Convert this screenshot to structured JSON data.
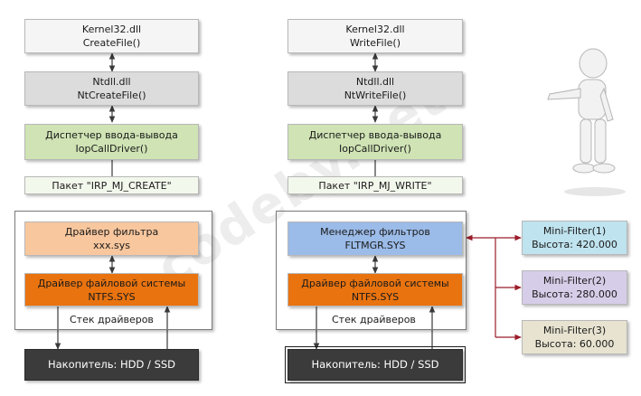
{
  "watermark": "codeby.net",
  "left": {
    "kernel": [
      "Kernel32.dll",
      "CreateFile()"
    ],
    "ntdll": [
      "Ntdll.dll",
      "NtCreateFile()"
    ],
    "io": [
      "Диспетчер ввода-вывода",
      "IopCallDriver()"
    ],
    "irp": "Пакет \"IRP_MJ_CREATE\"",
    "filter": [
      "Драйвер фильтра",
      "xxx.sys"
    ],
    "fs": [
      "Драйвер файловой системы",
      "NTFS.SYS"
    ],
    "stack_label": "Стек драйверов",
    "storage": "Накопитель: HDD / SSD"
  },
  "right": {
    "kernel": [
      "Kernel32.dll",
      "WriteFile()"
    ],
    "ntdll": [
      "Ntdll.dll",
      "NtWriteFile()"
    ],
    "io": [
      "Диспетчер ввода-вывода",
      "IopCallDriver()"
    ],
    "irp": "Пакет \"IRP_MJ_WRITE\"",
    "fltmgr": [
      "Менеджер фильтров",
      "FLTMGR.SYS"
    ],
    "fs": [
      "Драйвер файловой системы",
      "NTFS.SYS"
    ],
    "stack_label": "Стек драйверов",
    "storage": "Накопитель: HDD / SSD"
  },
  "minifilters": [
    {
      "name": "Mini-Filter(1)",
      "altitude": "Высота: 420.000"
    },
    {
      "name": "Mini-Filter(2)",
      "altitude": "Высота: 280.000"
    },
    {
      "name": "Mini-Filter(3)",
      "altitude": "Высота: 60.000"
    }
  ],
  "colors": {
    "kernel": "#f5f5f5",
    "ntdll": "#dcdcdc",
    "io": "#cfe3b4",
    "irp": "#f3f8ec",
    "filter_driver": "#f8c79e",
    "fltmgr": "#9bbbe8",
    "fs_driver": "#e9730f",
    "storage": "#3b3b3b",
    "minifilter1": "#bfe3ef",
    "minifilter2": "#d6cde8",
    "minifilter3": "#e7e3d0",
    "link_red": "#9b1c2a",
    "arrow": "#3a3a3a"
  }
}
